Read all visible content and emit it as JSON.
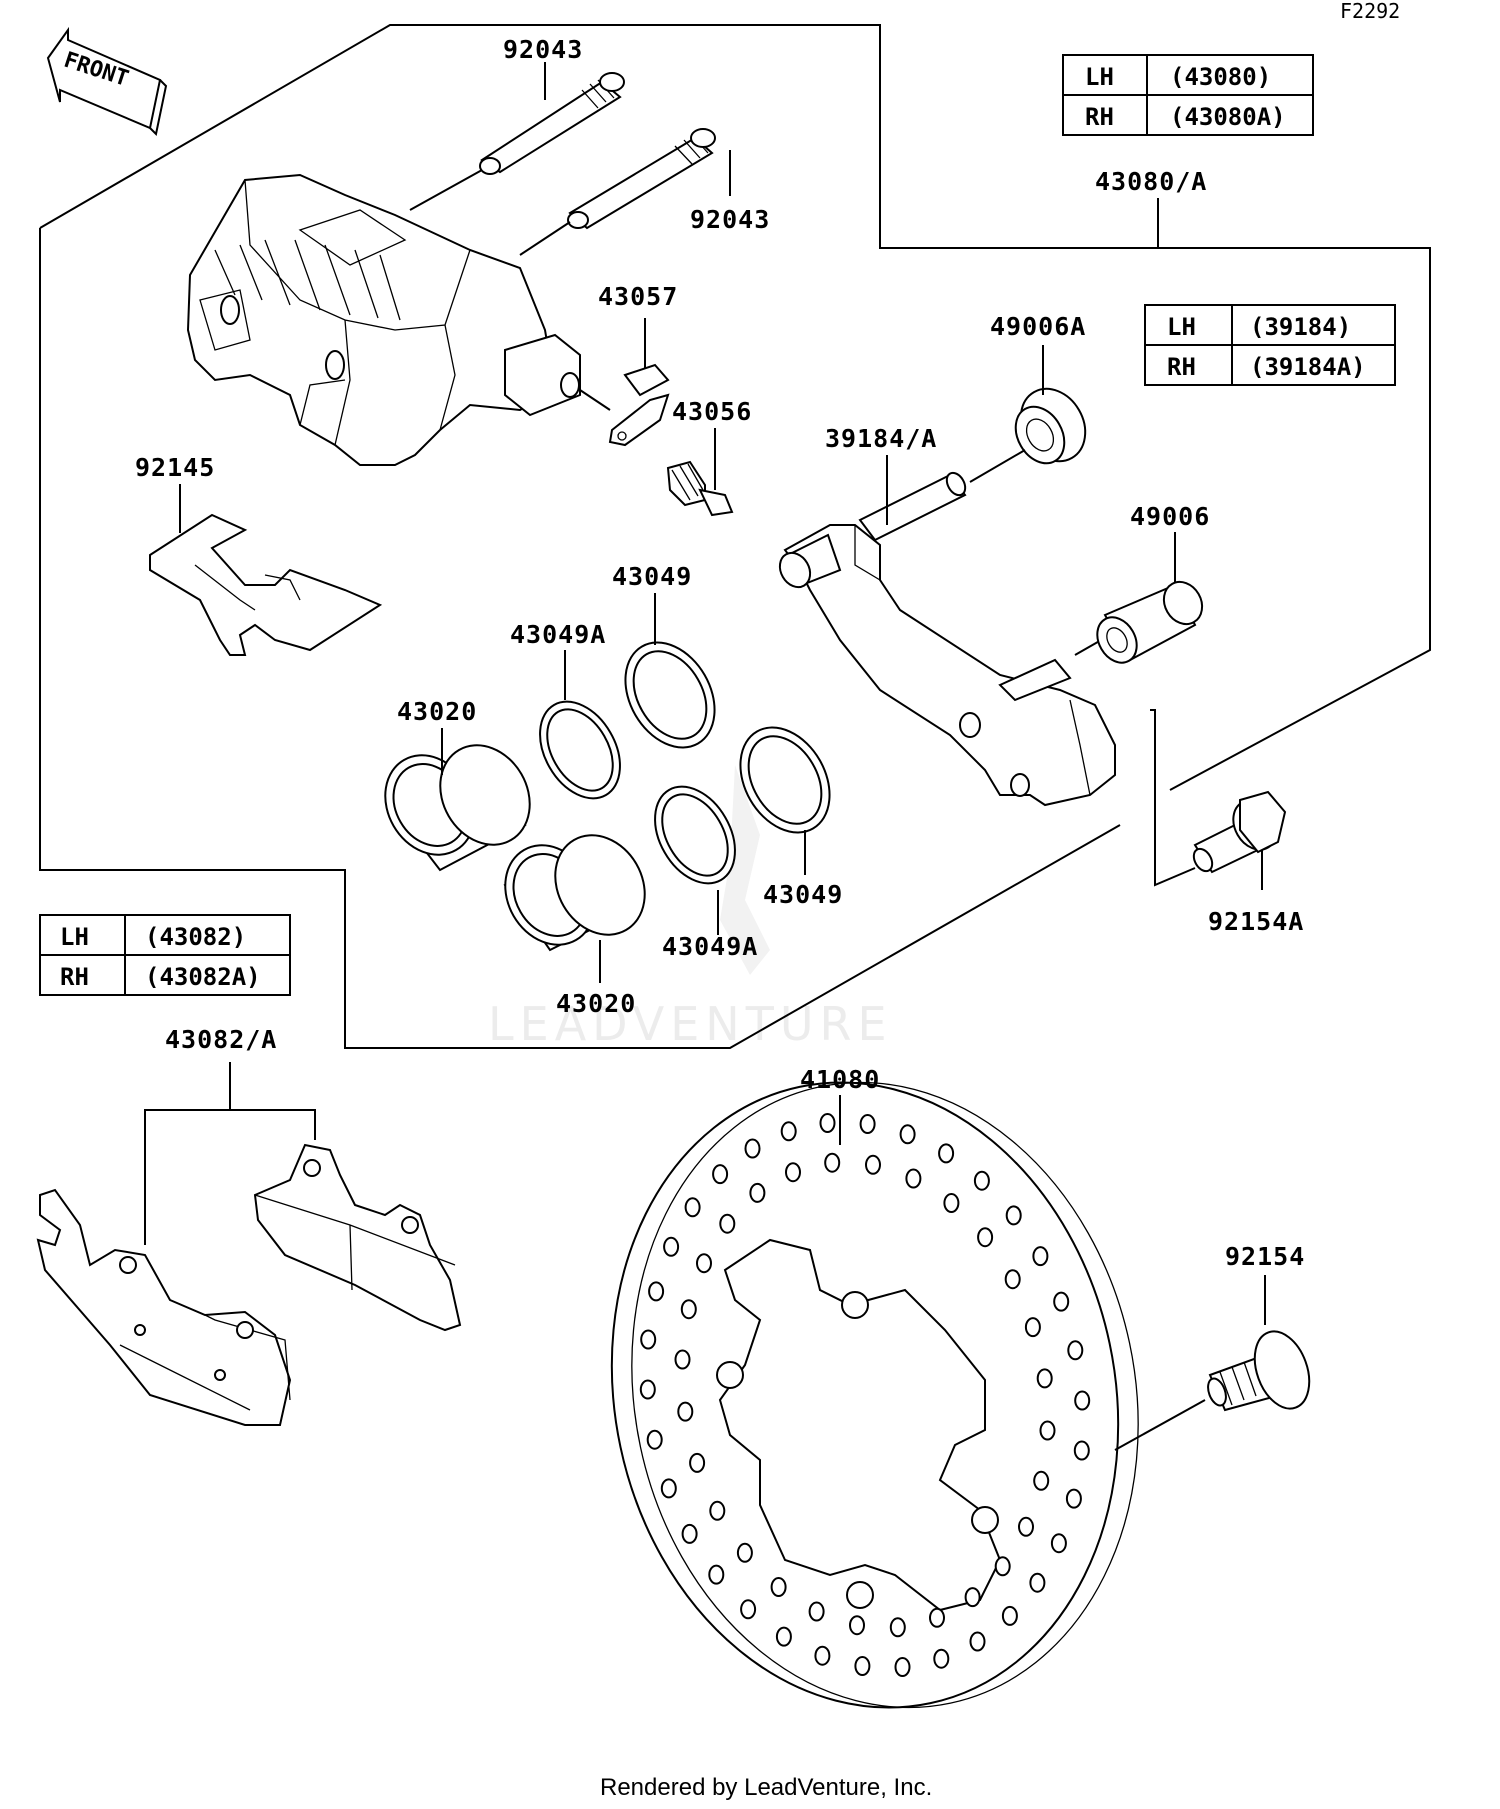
{
  "diagram_code": "F2292",
  "front_indicator": "FRONT",
  "watermark": "LEADVENTURE",
  "footer": "Rendered by LeadVenture, Inc.",
  "tables": {
    "caliper": {
      "lh_label": "LH",
      "lh_value": "(43080)",
      "rh_label": "RH",
      "rh_value": "(43080A)"
    },
    "holder": {
      "lh_label": "LH",
      "lh_value": "(39184)",
      "rh_label": "RH",
      "rh_value": "(39184A)"
    },
    "pads": {
      "lh_label": "LH",
      "lh_value": "(43082)",
      "rh_label": "RH",
      "rh_value": "(43082A)"
    }
  },
  "parts": {
    "pin_top": "92043",
    "pin_second": "92043",
    "caliper_assy": "43080/A",
    "cap": "43057",
    "bleeder": "43056",
    "boot_a": "49006A",
    "holder": "39184/A",
    "boot": "49006",
    "spring": "92145",
    "seal_upper": "43049",
    "seal_a_upper": "43049A",
    "piston_upper": "43020",
    "seal_lower": "43049",
    "seal_a_lower": "43049A",
    "piston_lower": "43020",
    "bolt_a": "92154A",
    "pads": "43082/A",
    "disc": "41080",
    "bolt": "92154"
  }
}
